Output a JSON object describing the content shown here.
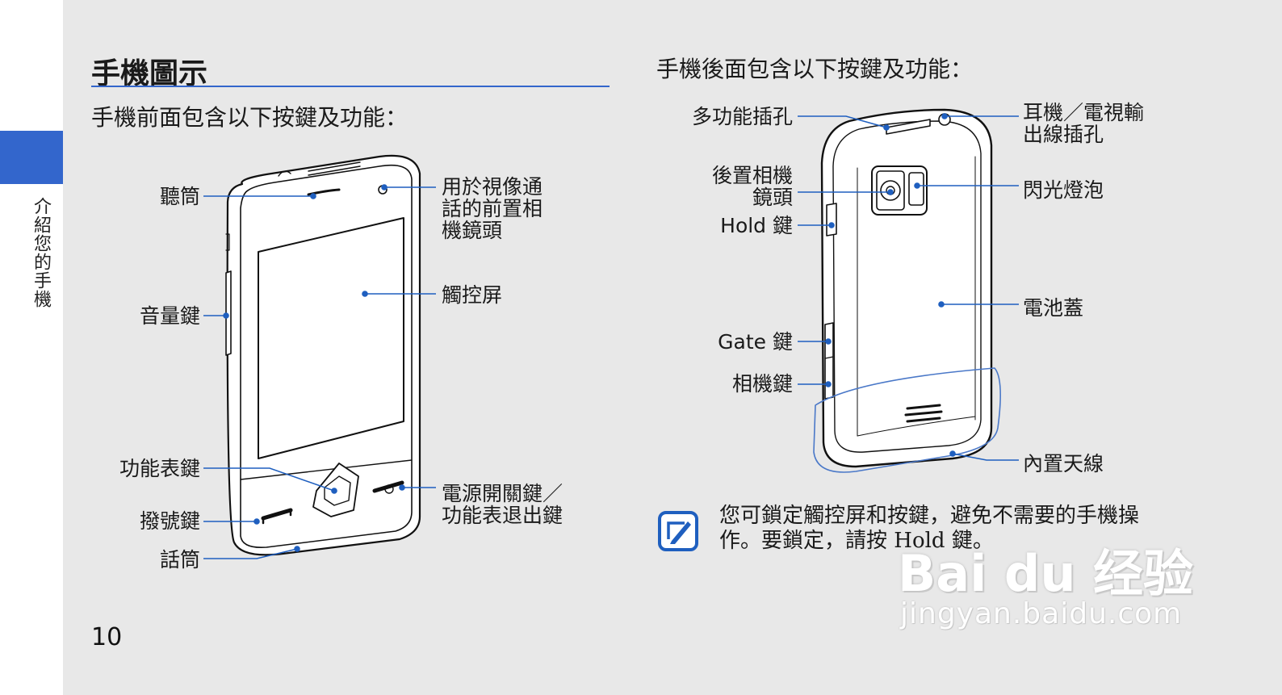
{
  "side_tab": {
    "chapter": "介紹您的手機",
    "color": "#3366cc"
  },
  "page_number": "10",
  "title": "手機圖示",
  "front": {
    "intro": "手機前面包含以下按鍵及功能：",
    "labels": {
      "earpiece": "聽筒",
      "front_camera": [
        "用於視像通",
        "話的前置相",
        "機鏡頭"
      ],
      "touchscreen": "觸控屏",
      "volume": "音量鍵",
      "menu": "功能表鍵",
      "power": [
        "電源開關鍵／",
        "功能表退出鍵"
      ],
      "dial": "撥號鍵",
      "mic": "話筒"
    }
  },
  "back": {
    "intro": "手機後面包含以下按鍵及功能：",
    "labels": {
      "multi_jack": "多功能插孔",
      "headset_jack": [
        "耳機／電視輸",
        "出線插孔"
      ],
      "rear_camera": [
        "後置相機",
        "鏡頭"
      ],
      "flash": "閃光燈泡",
      "hold": "Hold 鍵",
      "battery_cover": "電池蓋",
      "gate": "Gate 鍵",
      "camera_key": "相機鍵",
      "antenna": "內置天線"
    }
  },
  "note": {
    "icon": "note-pencil-icon",
    "lines": [
      "您可鎖定觸控屏和按鍵，避免不需要的手機操",
      "作。要鎖定，請按 Hold 鍵。"
    ]
  },
  "watermark": {
    "logo": "Bai du 经验",
    "url": "jingyan.baidu.com"
  },
  "colors": {
    "accent": "#3366cc",
    "leader": "#1f5fbf"
  }
}
